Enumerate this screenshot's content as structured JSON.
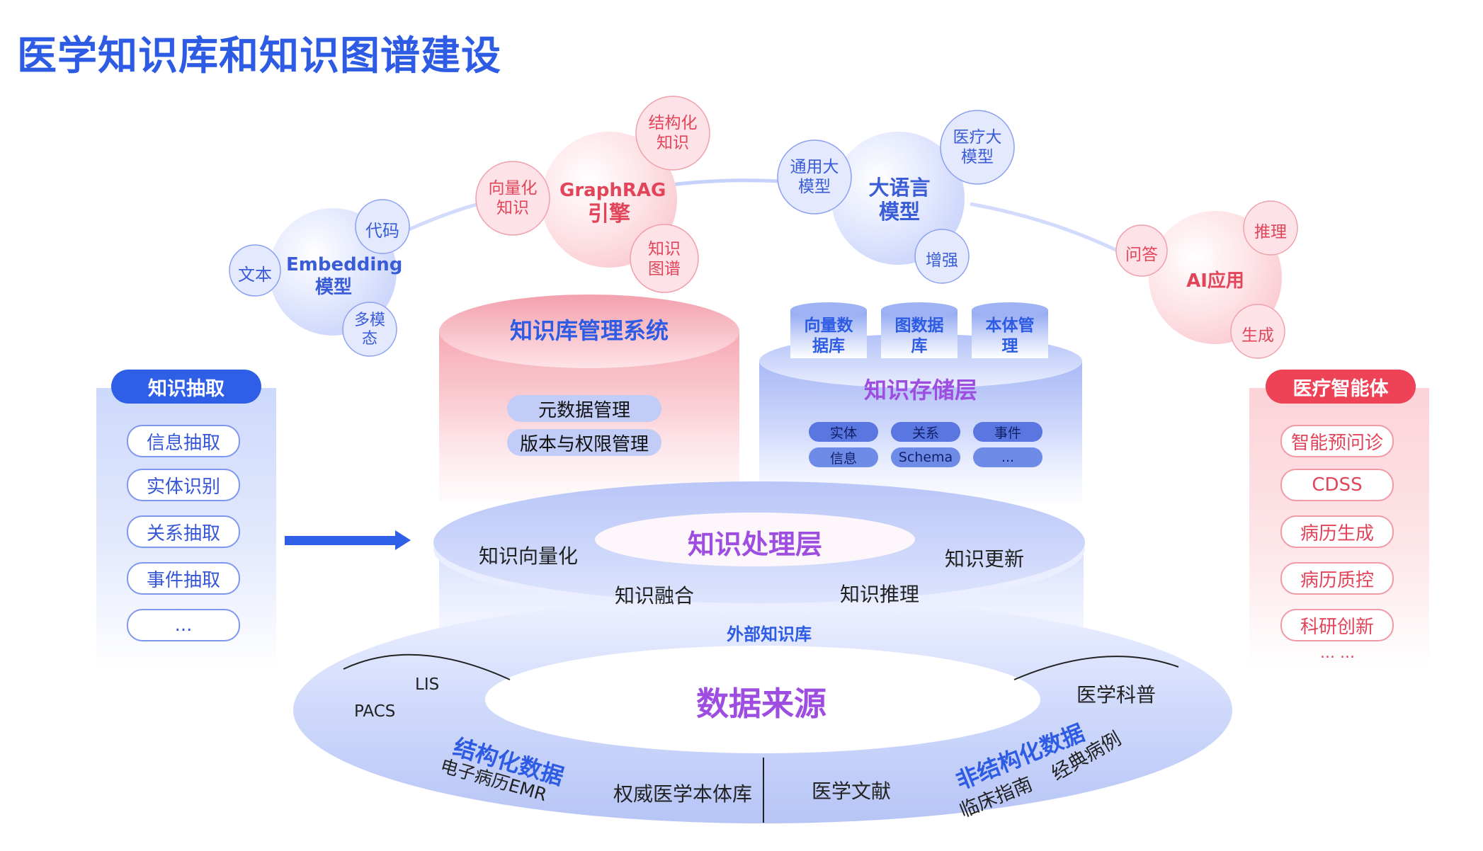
{
  "title": "医学知识库和知识图谱建设",
  "top_models": {
    "embedding": {
      "label_line1": "Embedding",
      "label_line2": "模型",
      "sat_text": "文本",
      "sat_code": "代码",
      "sat_multimodal_line1": "多模",
      "sat_multimodal_line2": "态"
    },
    "graphrag": {
      "label_line1": "GraphRAG",
      "label_line2": "引擎",
      "sat_vector_line1": "向量化",
      "sat_vector_line2": "知识",
      "sat_struct_line1": "结构化",
      "sat_struct_line2": "知识",
      "sat_graph_line1": "知识",
      "sat_graph_line2": "图谱"
    },
    "llm": {
      "label_line1": "大语言",
      "label_line2": "模型",
      "sat_general_line1": "通用大",
      "sat_general_line2": "模型",
      "sat_medical_line1": "医疗大",
      "sat_medical_line2": "模型",
      "sat_enhance": "增强"
    },
    "ai_app": {
      "label": "AI应用",
      "sat_qa": "问答",
      "sat_reason": "推理",
      "sat_generate": "生成"
    }
  },
  "left_panel": {
    "header": "知识抽取",
    "items": [
      "信息抽取",
      "实体识别",
      "关系抽取",
      "事件抽取",
      "..."
    ]
  },
  "right_panel": {
    "header": "医疗智能体",
    "items": [
      "智能预问诊",
      "CDSS",
      "病历生成",
      "病历质控",
      "科研创新"
    ],
    "more": "... ..."
  },
  "kms": {
    "title": "知识库管理系统",
    "items": [
      "元数据管理",
      "版本与权限管理"
    ]
  },
  "storage": {
    "title": "知识存储层",
    "dbs": [
      {
        "line1": "向量数",
        "line2": "据库"
      },
      {
        "line1": "图数据",
        "line2": "库"
      },
      {
        "line1": "本体管",
        "line2": "理"
      }
    ],
    "tags": [
      "实体",
      "关系",
      "事件",
      "信息",
      "Schema",
      "..."
    ]
  },
  "processing": {
    "title": "知识处理层",
    "items": {
      "vectorize": "知识向量化",
      "update": "知识更新",
      "fusion": "知识融合",
      "reasoning": "知识推理"
    }
  },
  "external_kb": "外部知识库",
  "data_source": {
    "title": "数据来源",
    "structured_label": "结构化数据",
    "unstructured_label": "非结构化数据",
    "items": {
      "lis": "LIS",
      "pacs": "PACS",
      "emr": "电子病历EMR",
      "ontology": "权威医学本体库",
      "literature": "医学文献",
      "science": "医学科普",
      "guideline": "临床指南",
      "cases": "经典病例"
    }
  },
  "colors": {
    "blue": "#2d5be3",
    "red": "#e2455a",
    "purple": "#9d4ee0"
  }
}
